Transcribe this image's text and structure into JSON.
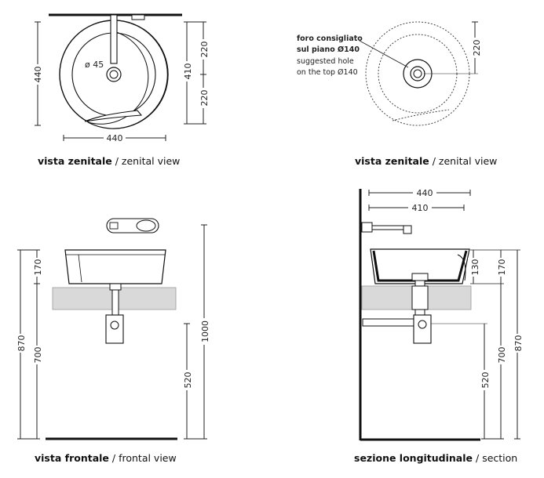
{
  "views": {
    "top_left": {
      "caption_it": "vista zenitale",
      "caption_en": "zenital view",
      "dims": {
        "height": "440",
        "d1": "220",
        "d2": "410",
        "d3": "220",
        "width": "440",
        "drain": "ø 45"
      }
    },
    "top_right": {
      "caption_it": "vista zenitale",
      "caption_en": "zenital view",
      "dims": {
        "d1": "220"
      },
      "note": {
        "line1": "foro consigliato",
        "line2": "sul piano Ø140",
        "line3": "suggested hole",
        "line4": "on the top Ø140"
      }
    },
    "bottom_left": {
      "caption_it": "vista frontale",
      "caption_en": "frontal view",
      "dims": {
        "h170": "170",
        "h870": "870",
        "h700": "700",
        "h1000": "1000",
        "h520": "520"
      }
    },
    "bottom_right": {
      "caption_it": "sezione longitudinale",
      "caption_en": "section",
      "dims": {
        "w440": "440",
        "w410": "410",
        "h130": "130",
        "h170": "170",
        "h700": "700",
        "h870": "870",
        "h520": "520"
      }
    }
  }
}
